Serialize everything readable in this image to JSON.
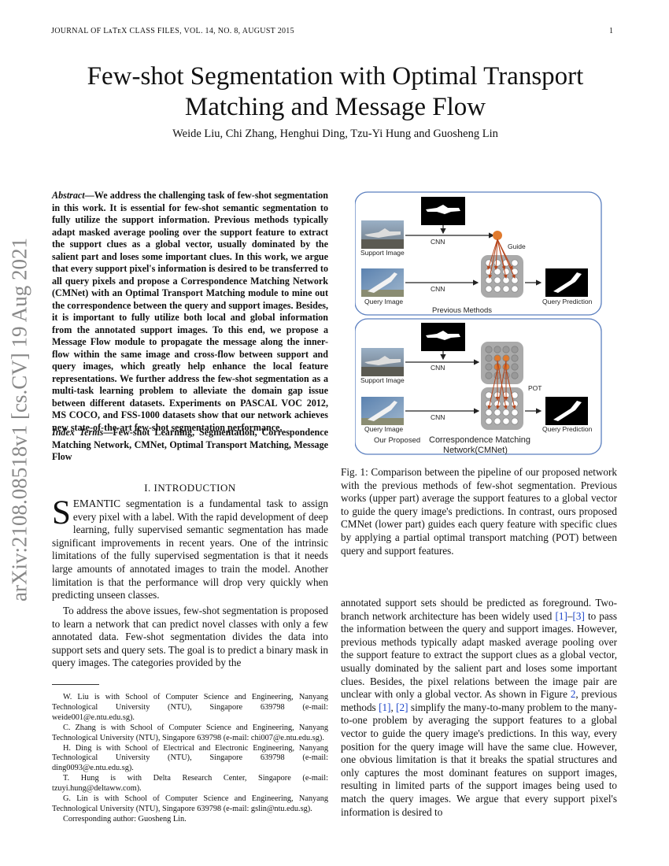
{
  "header": {
    "journal": "JOURNAL OF LᴀTᴇX CLASS FILES, VOL. 14, NO. 8, AUGUST 2015",
    "page_number": "1"
  },
  "arxiv_stamp": "arXiv:2108.08518v1  [cs.CV]  19 Aug 2021",
  "title_line1": "Few-shot Segmentation with Optimal Transport",
  "title_line2": "Matching and Message Flow",
  "authors": "Weide Liu, Chi Zhang, Henghui Ding, Tzu-Yi Hung and Guosheng Lin",
  "abstract_label": "Abstract",
  "abstract_text": "—We address the challenging task of few-shot segmentation in this work. It is essential for few-shot semantic segmentation to fully utilize the support information. Previous methods typically adapt masked average pooling over the support feature to extract the support clues as a global vector, usually dominated by the salient part and loses some important clues. In this work, we argue that every support pixel's information is desired to be transferred to all query pixels and propose a Correspondence Matching Network (CMNet) with an Optimal Transport Matching module to mine out the correspondence between the query and support images. Besides, it is important to fully utilize both local and global information from the annotated support images. To this end, we propose a Message Flow module to propagate the message along the inner-flow within the same image and cross-flow between support and query images, which greatly help enhance the local feature representations. We further address the few-shot segmentation as a multi-task learning problem to alleviate the domain gap issue between different datasets. Experiments on PASCAL VOC 2012, MS COCO, and FSS-1000 datasets show that our network achieves new state-of-the-art few-shot segmentation performance.",
  "index_label": "Index Terms",
  "index_text": "—Few-shot Learning, Segmentation, Correspondence Matching Network, CMNet, Optimal Transport Matching, Message Flow",
  "section_title": "I. INTRODUCTION",
  "intro_dropcap": "S",
  "intro_p1_rest": "EMANTIC segmentation is a fundamental task to assign every pixel with a label. With the rapid development of deep learning, fully supervised semantic segmentation has made significant improvements in recent years. One of the intrinsic limitations of the fully supervised segmentation is that it needs large amounts of annotated images to train the model. Another limitation is that the performance will drop very quickly when predicting unseen classes.",
  "intro_p2": "To address the above issues, few-shot segmentation is proposed to learn a network that can predict novel classes with only a few annotated data. Few-shot segmentation divides the data into support sets and query sets. The goal is to predict a binary mask in query images. The categories provided by the",
  "footnotes": [
    "W. Liu is with School of Computer Science and Engineering, Nanyang Technological University (NTU), Singapore 639798 (e-mail: weide001@e.ntu.edu.sg).",
    "C. Zhang is with School of Computer Science and Engineering, Nanyang Technological University (NTU), Singapore 639798 (e-mail: chi007@e.ntu.edu.sg).",
    "H. Ding is with School of Electrical and Electronic Engineering, Nanyang Technological University (NTU), Singapore 639798 (e-mail: ding0093@e.ntu.edu.sg).",
    "T. Hung is with Delta Research Center, Singapore (e-mail: tzuyi.hung@deltaww.com).",
    "G. Lin is with School of Computer Science and Engineering, Nanyang Technological University (NTU), Singapore 639798 (e-mail: gslin@ntu.edu.sg).",
    "Corresponding author: Guosheng Lin."
  ],
  "figure": {
    "top_panel": {
      "cnn_label_1": "CNN",
      "cnn_label_2": "CNN",
      "guide_label": "Guide",
      "support_label": "Support Image",
      "query_label": "Query Image",
      "prediction_label": "Query Prediction",
      "panel_title": "Previous Methods"
    },
    "bottom_panel": {
      "cnn_label_1": "CNN",
      "cnn_label_2": "CNN",
      "pot_label": "POT",
      "support_label": "Support Image",
      "query_label": "Query Image",
      "prediction_label": "Query Prediction",
      "ours_label": "Our Proposed",
      "panel_title_1": "Correspondence Matching",
      "panel_title_2": "Network(CMNet)"
    },
    "colors": {
      "panel_border": "#5b7fbf",
      "arrow": "#b5451b",
      "orange_node": "#e07a2e",
      "grid_bg": "#aaaaaa"
    }
  },
  "caption": "Fig. 1: Comparison between the pipeline of our proposed network with the previous methods of few-shot segmentation. Previous works (upper part) average the support features to a global vector to guide the query image's predictions. In contrast, ours proposed CMNet (lower part) guides each query feature with specific clues by applying a partial optimal transport matching (POT) between query and support features.",
  "right_col": {
    "t1": "annotated support sets should be predicted as foreground. Two-branch network architecture has been widely used ",
    "r1": "[1]",
    "t2": "–",
    "r2": "[3]",
    "t3": " to pass the information between the query and support images. However, previous methods typically adapt masked average pooling over the support feature to extract the support clues as a global vector, usually dominated by the salient part and loses some important clues. Besides, the pixel relations between the image pair are unclear with only a global vector. As shown in Figure ",
    "r3": "2",
    "t4": ", previous methods ",
    "r4": "[1]",
    "t5": ", ",
    "r5": "[2]",
    "t6": " simplify the many-to-many problem to the many-to-one problem by averaging the support features to a global vector to guide the query image's predictions. In this way, every position for the query image will have the same clue. However, one obvious limitation is that it breaks the spatial structures and only captures the most dominant features on support images, resulting in limited parts of the support images being used to match the query images. We argue that every support pixel's information is desired to"
  }
}
